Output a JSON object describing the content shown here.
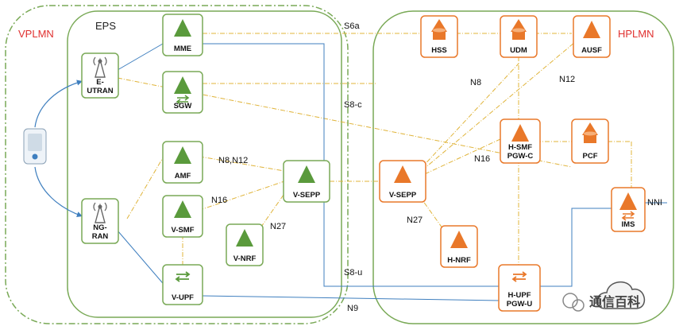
{
  "regions": {
    "vplmn": {
      "label": "VPLMN"
    },
    "eps": {
      "label": "EPS"
    },
    "hplmn": {
      "label": "HPLMN"
    }
  },
  "nodes": [
    {
      "id": "mme",
      "label": "MME",
      "icon": "triangle-icon",
      "color": "green"
    },
    {
      "id": "sgw",
      "label": "SGW",
      "icon": "triangle-arrows-icon",
      "color": "green"
    },
    {
      "id": "eutran",
      "label": "E-\nUTRAN",
      "icon": "antenna-icon",
      "color": "green"
    },
    {
      "id": "ngran",
      "label": "NG-\nRAN",
      "icon": "antenna-icon",
      "color": "green"
    },
    {
      "id": "amf",
      "label": "AMF",
      "icon": "triangle-icon",
      "color": "green"
    },
    {
      "id": "vsmf",
      "label": "V-SMF",
      "icon": "triangle-icon",
      "color": "green"
    },
    {
      "id": "vnrf",
      "label": "V-NRF",
      "icon": "triangle-icon",
      "color": "green"
    },
    {
      "id": "vupf",
      "label": "V-UPF",
      "icon": "arrows-icon",
      "color": "green"
    },
    {
      "id": "vsepp_v",
      "label": "V-SEPP",
      "icon": "triangle-icon",
      "color": "green"
    },
    {
      "id": "vsepp_h",
      "label": "V-SEPP",
      "icon": "triangle-icon",
      "color": "orange"
    },
    {
      "id": "hss",
      "label": "HSS",
      "icon": "database-icon",
      "color": "orange"
    },
    {
      "id": "udm",
      "label": "UDM",
      "icon": "database-icon",
      "color": "orange"
    },
    {
      "id": "ausf",
      "label": "AUSF",
      "icon": "triangle-icon",
      "color": "orange"
    },
    {
      "id": "hsmf",
      "label": "H-SMF\nPGW-C",
      "icon": "triangle-icon",
      "color": "orange"
    },
    {
      "id": "pcf",
      "label": "PCF",
      "icon": "database-icon",
      "color": "orange"
    },
    {
      "id": "ims",
      "label": "IMS",
      "icon": "triangle-arrows-icon",
      "color": "orange"
    },
    {
      "id": "hnrf",
      "label": "H-NRF",
      "icon": "triangle-icon",
      "color": "orange"
    },
    {
      "id": "hupf",
      "label": "H-UPF\nPGW-U",
      "icon": "arrows-icon",
      "color": "orange"
    }
  ],
  "interface_labels": {
    "s6a": "S6a",
    "s8c": "S8-c",
    "n8": "N8",
    "n12": "N12",
    "n8n12": "N8,N12",
    "n16_v": "N16",
    "n16_h": "N16",
    "n27_v": "N27",
    "n27_h": "N27",
    "s8u": "S8-u",
    "n9": "N9",
    "nni": "NNI"
  },
  "watermark": {
    "text": "通信百科"
  },
  "colors": {
    "green_fill": "#5a9a3c",
    "green_border": "#79a956",
    "orange_fill": "#e9782a",
    "orange_border": "#e9782a",
    "blue_line": "#3f7fbf",
    "dash_line": "#e0b43a",
    "region_red": "#e0302f"
  }
}
